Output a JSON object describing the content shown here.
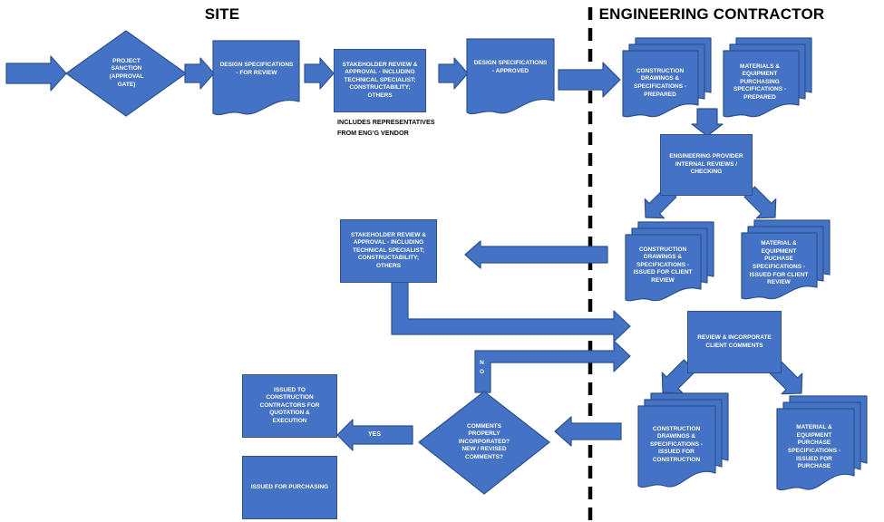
{
  "headers": {
    "site": "SITE",
    "contractor": "ENGINEERING CONTRACTOR"
  },
  "nodes": {
    "project_sanction": "PROJECT SANCTION (APPROVAL GATE)",
    "design_specs_for_review": "DESIGN SPECIFICATIONS - FOR REVIEW",
    "stakeholder_review_approval_1": "STAKEHOLDER REVIEW & APPROVAL - INCLUDING TECHNICAL SPECIALIST; CONSTRUCTABILITY; OTHERS",
    "design_specs_approved": "DESIGN SPECIFICATIONS - APPROVED",
    "construction_drawings_prepared": "CONSTRUCTION DRAWINGS & SPECIFICATIONS - PREPARED",
    "materials_purchasing_prepared": "MATERIALS & EQUIPMENT PURCHASING SPECIFICATIONS - PREPARED",
    "provider_internal_reviews": "ENGINEERING PROVIDER INTERNAL REVIEWS / CHECKING",
    "construction_client_review": "CONSTRUCTION DRAWINGS & SPECIFICATIONS - ISSUED FOR CLIENT REVIEW",
    "material_client_review": "MATERIAL & EQUIPMENT PUCHASE SPECIFICATIONS - ISSUED FOR CLIENT REVIEW",
    "stakeholder_review_approval_2": "STAKEHOLDER REVIEW & APPROVAL - INCLUDING TECHNICAL SPECIALIST; CONSTRUCTABILITY; OTHERS",
    "review_incorporate_comments": "REVIEW & INCORPORATE CLIENT COMMENTS",
    "construction_issued_construction": "CONSTRUCTION DRAWINGS & SPECIFICATIONS - ISSUED FOR CONSTRUCTION",
    "material_issued_purchase": "MATERIAL & EQUIPMENT PURCHASE SPECIFICATIONS - ISSUED FOR PURCHASE",
    "comments_decision": "COMMENTS PROPERLY INCORPORATED? NEW / REVISED COMMENTS?",
    "issued_to_construction": "ISSUED TO CONSTRUCTION CONTRACTORS FOR QUOTATION & EXECUTION",
    "issued_for_purchasing": "ISSUED FOR PURCHASING"
  },
  "labels": {
    "yes": "YES",
    "no": "NO",
    "vendor_note": "INCLUDES REPRESENTATIVES FROM ENG'G VENDOR"
  },
  "colors": {
    "shape_fill": "#4472C4",
    "shape_border": "#2F528F",
    "divider": "#000000",
    "text_on_shape": "#FFFFFF",
    "text_plain": "#000000"
  }
}
